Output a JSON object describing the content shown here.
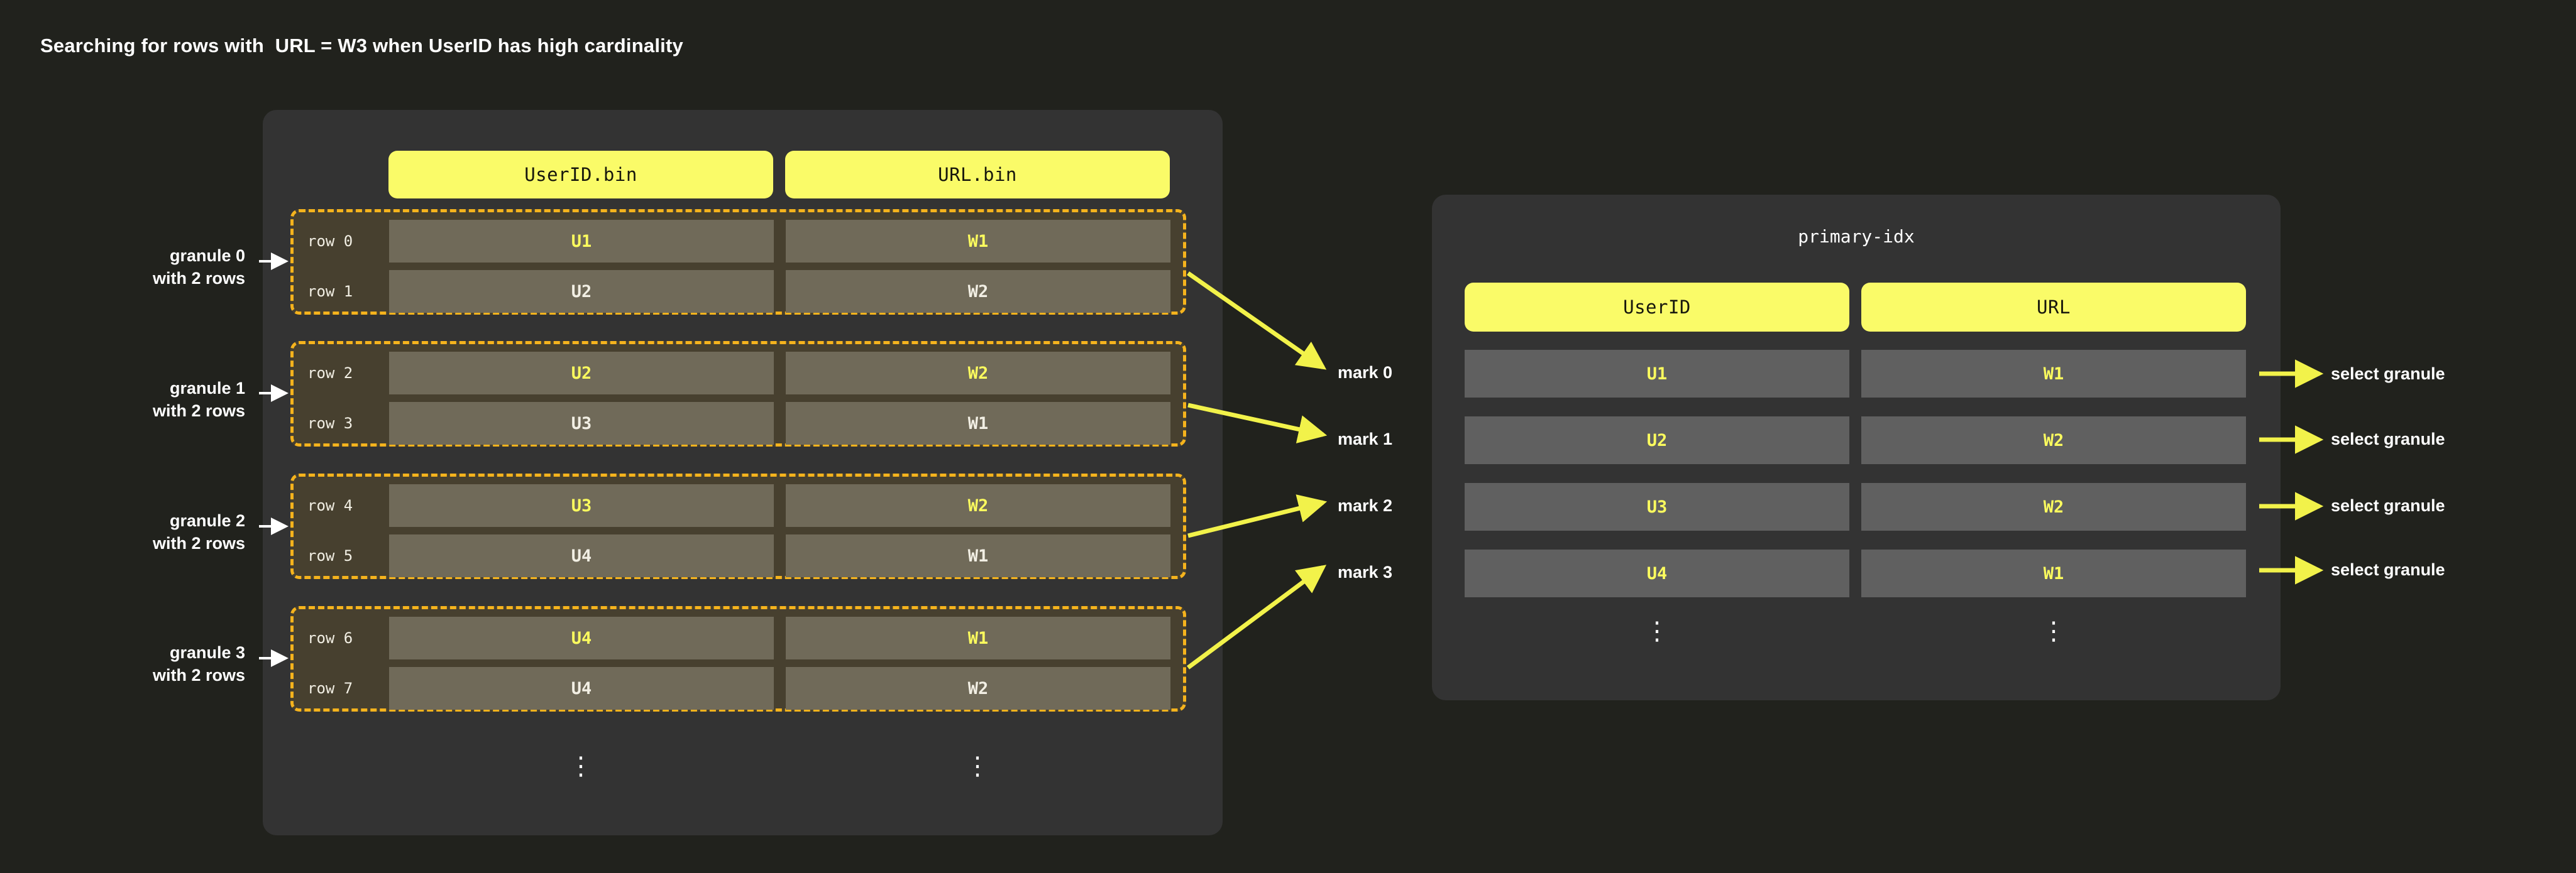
{
  "title": "Searching for rows with  URL = W3 when UserID has high cardinality",
  "parts_panel": {
    "columns": [
      {
        "label": "UserID.bin"
      },
      {
        "label": "URL.bin"
      }
    ],
    "granules": [
      {
        "side_label_line1": "granule 0",
        "side_label_line2": "with 2 rows",
        "rows": [
          {
            "row_label": "row 0",
            "userid": "U1",
            "url": "W1",
            "highlighted": true
          },
          {
            "row_label": "row 1",
            "userid": "U2",
            "url": "W2",
            "highlighted": false
          }
        ]
      },
      {
        "side_label_line1": "granule 1",
        "side_label_line2": "with 2 rows",
        "rows": [
          {
            "row_label": "row 2",
            "userid": "U2",
            "url": "W2",
            "highlighted": true
          },
          {
            "row_label": "row 3",
            "userid": "U3",
            "url": "W1",
            "highlighted": false
          }
        ]
      },
      {
        "side_label_line1": "granule 2",
        "side_label_line2": "with 2 rows",
        "rows": [
          {
            "row_label": "row 4",
            "userid": "U3",
            "url": "W2",
            "highlighted": true
          },
          {
            "row_label": "row 5",
            "userid": "U4",
            "url": "W1",
            "highlighted": false
          }
        ]
      },
      {
        "side_label_line1": "granule 3",
        "side_label_line2": "with 2 rows",
        "rows": [
          {
            "row_label": "row 6",
            "userid": "U4",
            "url": "W1",
            "highlighted": true
          },
          {
            "row_label": "row 7",
            "userid": "U4",
            "url": "W2",
            "highlighted": false
          }
        ]
      }
    ],
    "ellipsis": "⋮"
  },
  "marks": [
    {
      "label": "mark 0"
    },
    {
      "label": "mark 1"
    },
    {
      "label": "mark 2"
    },
    {
      "label": "mark 3"
    }
  ],
  "index_panel": {
    "title": "primary-idx",
    "columns": [
      {
        "label": "UserID"
      },
      {
        "label": "URL"
      }
    ],
    "rows": [
      {
        "userid": "U1",
        "url": "W1",
        "action": "select granule"
      },
      {
        "userid": "U2",
        "url": "W2",
        "action": "select granule"
      },
      {
        "userid": "U3",
        "url": "W2",
        "action": "select granule"
      },
      {
        "userid": "U4",
        "url": "W1",
        "action": "select granule"
      }
    ],
    "ellipsis": "⋮"
  },
  "colors": {
    "page_background": "#21221d",
    "panel_background": "#333333",
    "accent_yellow": "#fafb68",
    "highlight_text": "#fbfb5e",
    "granule_border": "#f5b31d",
    "granule_background": "#47402f",
    "part_cell": "#706a59",
    "index_cell": "#606060",
    "arrow": "#f2f24a",
    "text": "#ffffff"
  }
}
